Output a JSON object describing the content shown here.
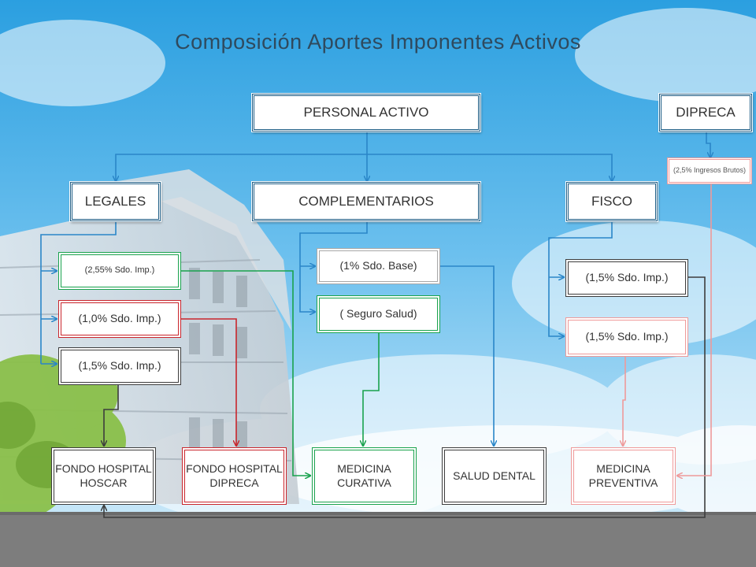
{
  "title": "Composición Aportes Imponentes Activos",
  "colors": {
    "blue_line": "#2a86c8",
    "green": "#19a24d",
    "red": "#c9252c",
    "dark": "#3d3d3d",
    "gray": "#a8a8a8",
    "pink": "#ef9a9a"
  },
  "nodes": {
    "personal_activo": "PERSONAL ACTIVO",
    "dipreca": "DIPRECA",
    "dipreca_ingresos": "(2,5% Ingresos Brutos)",
    "legales": "LEGALES",
    "complementarios": "COMPLEMENTARIOS",
    "fisco": "FISCO",
    "legal_1": "(2,55% Sdo. Imp.)",
    "legal_2": "(1,0% Sdo. Imp.)",
    "legal_3": "(1,5% Sdo. Imp.)",
    "comp_1": "(1% Sdo. Base)",
    "comp_2": "( Seguro Salud)",
    "fisco_1": "(1,5% Sdo. Imp.)",
    "fisco_2": "(1,5% Sdo. Imp.)",
    "dest_1": "FONDO HOSPITAL HOSCAR",
    "dest_2": "FONDO HOSPITAL DIPRECA",
    "dest_3": "MEDICINA CURATIVA",
    "dest_4": "SALUD DENTAL",
    "dest_5": "MEDICINA PREVENTIVA"
  }
}
